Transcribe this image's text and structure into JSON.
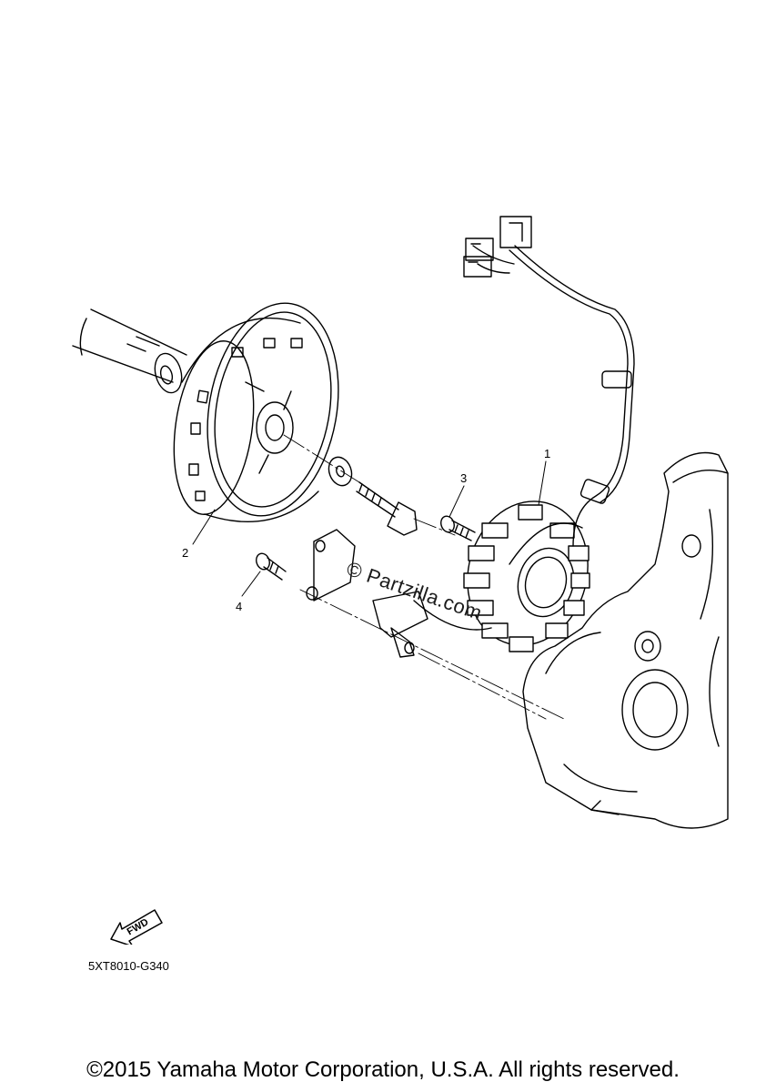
{
  "callouts": {
    "c1": "1",
    "c2": "2",
    "c3": "3",
    "c4": "4"
  },
  "watermark": "© Partzilla.com",
  "direction_label": "FWD",
  "diagram_code": "5XT8010-G340",
  "copyright": "©2015 Yamaha Motor Corporation, U.S.A. All rights reserved."
}
